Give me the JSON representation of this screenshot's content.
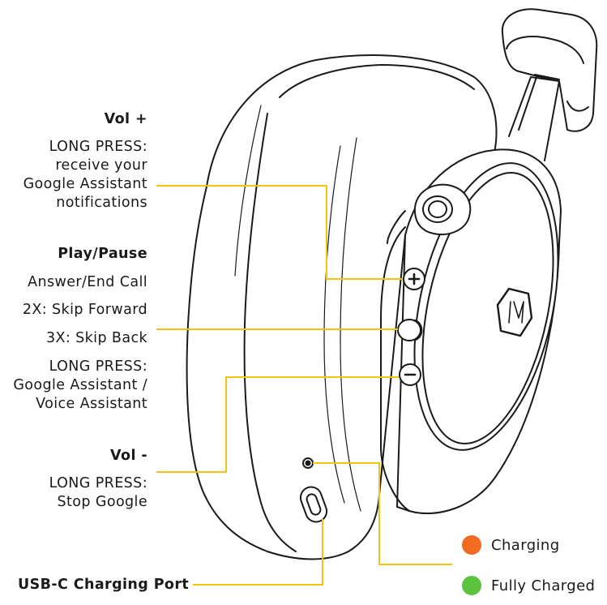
{
  "labels": {
    "vol_up_title": "Vol +",
    "vol_up_desc": "LONG PRESS:\nreceive your\nGoogle Assistant\nnotifications",
    "play_title": "Play/Pause",
    "play_line1": "Answer/End Call",
    "play_line2": "2X: Skip Forward",
    "play_line3": "3X: Skip Back",
    "play_line4": "LONG PRESS:\nGoogle Assistant /\nVoice Assistant",
    "vol_down_title": "Vol -",
    "vol_down_desc": "LONG PRESS:\nStop Google",
    "usb_title": "USB-C Charging Port"
  },
  "legend": [
    {
      "label": "Charging",
      "color": "#f26b22"
    },
    {
      "label": "Fully Charged",
      "color": "#5cc33e"
    }
  ],
  "colors": {
    "leader_line": "#f2c40f",
    "outline": "#1a1a1a"
  },
  "icons": {
    "vol_up": "plus-icon",
    "vol_down": "minus-icon",
    "logo": "mw-hexagon-logo"
  }
}
